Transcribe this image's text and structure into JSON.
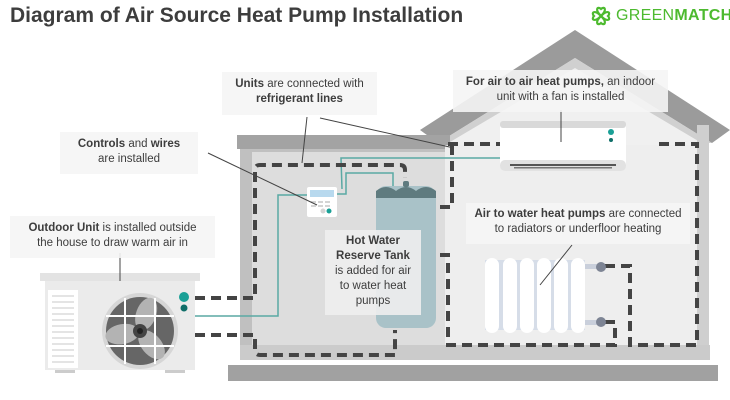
{
  "title": "Diagram of Air Source Heat Pump Installation",
  "logo": {
    "icon": "clover-icon",
    "text_light": "GREEN",
    "text_bold": "MATCH",
    "color": "#4dba2f"
  },
  "colors": {
    "accent_teal": "#1aa096",
    "pipe": "#444444",
    "wall_dark": "#a3a3a3",
    "wall_light": "#dcdcdc",
    "tank": "#a9c2c8"
  },
  "labels": {
    "units": {
      "bold": "Units",
      "rest": " are connected with",
      "line2_bold": "refrigerant lines"
    },
    "air_to_air": {
      "bold": "For air to air heat pumps,",
      "rest": " an indoor",
      "line2": "unit with a fan is installed"
    },
    "controls": {
      "bold1": "Controls",
      "mid": " and ",
      "bold2": "wires",
      "line2": "are installed"
    },
    "outdoor": {
      "bold": "Outdoor Unit",
      "rest": " is installed outside",
      "line2": "the house to draw warm air in"
    },
    "tank": {
      "bold1": "Hot Water",
      "bold2": "Reserve Tank",
      "line3": "is added for air",
      "line4": "to water heat",
      "line5": "pumps"
    },
    "air_to_water": {
      "bold": "Air to water heat pumps",
      "rest": " are connected",
      "line2": "to radiators or underfloor heating"
    }
  }
}
